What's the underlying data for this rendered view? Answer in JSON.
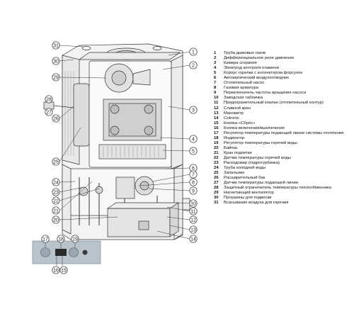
{
  "callouts": [
    "1",
    "2",
    "3",
    "4",
    "5",
    "6",
    "7",
    "8",
    "9",
    "10",
    "11",
    "12",
    "13",
    "14",
    "15",
    "16",
    "17",
    "18",
    "19",
    "20",
    "21",
    "22",
    "23",
    "24",
    "25",
    "26",
    "27",
    "28",
    "29",
    "30",
    "31"
  ],
  "legend": [
    {
      "num": "1",
      "text": "Труба дымовых газов"
    },
    {
      "num": "2",
      "text": "Дифференциальное реле давления"
    },
    {
      "num": "3",
      "text": "Камера сгорания"
    },
    {
      "num": "4",
      "text": "Электрод контроля пламени"
    },
    {
      "num": "5",
      "text": "Корпус горелки с коллектором форсунок"
    },
    {
      "num": "6",
      "text": "Автоматический воздухоотводчик"
    },
    {
      "num": "7",
      "text": "Отопительный насос"
    },
    {
      "num": "8",
      "text": "Газовая арматура"
    },
    {
      "num": "9",
      "text": "Переключатель частоты вращения насоса"
    },
    {
      "num": "10",
      "text": "Заводская табличка"
    },
    {
      "num": "11",
      "text": "Предохранительный клапан (отопительный контур)"
    },
    {
      "num": "12",
      "text": "Сливной кран"
    },
    {
      "num": "13",
      "text": "Манометр"
    },
    {
      "num": "14",
      "text": "Cotronic"
    },
    {
      "num": "15",
      "text": "Кнопка «Сброс»"
    },
    {
      "num": "16",
      "text": "Кнопка включения/выключения"
    },
    {
      "num": "17",
      "text": "Регулятор температуры подающей линии системы отопления"
    },
    {
      "num": "18",
      "text": "Индикатор"
    },
    {
      "num": "19",
      "text": "Регулятор температуры горячей воды"
    },
    {
      "num": "20",
      "text": "Байпас"
    },
    {
      "num": "21",
      "text": "Кран подпитки"
    },
    {
      "num": "22",
      "text": "Датчик температуры горячей воды"
    },
    {
      "num": "23",
      "text": "Расходомер (гидротурбинка)"
    },
    {
      "num": "24",
      "text": "Труба холодной воды"
    },
    {
      "num": "25",
      "text": "Запальник"
    },
    {
      "num": "26",
      "text": "Расширительный бак"
    },
    {
      "num": "27",
      "text": "Датчик температуры подающей линии"
    },
    {
      "num": "28",
      "text": "Защитный ограничитель температуры теплообменника"
    },
    {
      "num": "29",
      "text": "Нагнетающий вентилятор"
    },
    {
      "num": "30",
      "text": "Проушины для подвески"
    },
    {
      "num": "31",
      "text": "Всасывание воздуха для горения"
    }
  ]
}
